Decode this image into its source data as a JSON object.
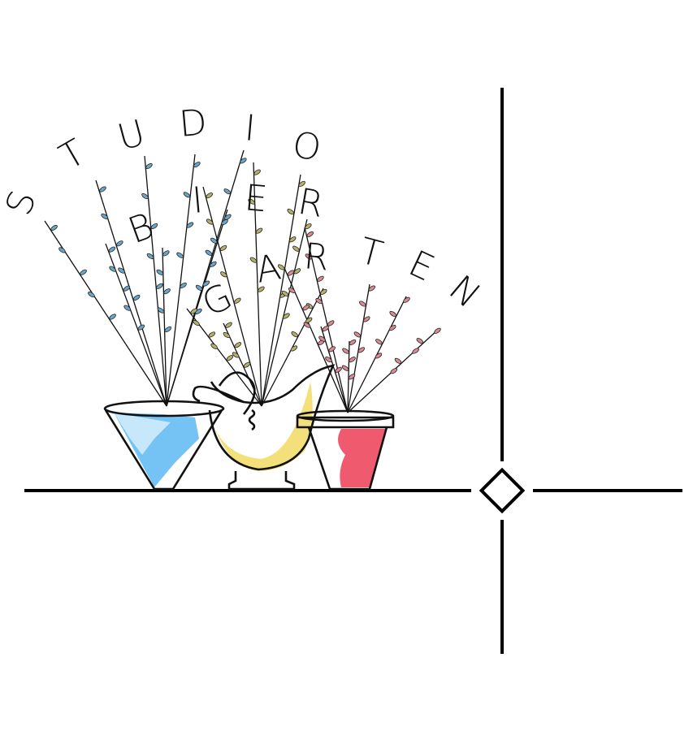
{
  "logo": {
    "letters": [
      "S",
      "T",
      "U",
      "D",
      "I",
      "O",
      "B",
      "I",
      "E",
      "R",
      "G",
      "A",
      "R",
      "T",
      "E",
      "N"
    ],
    "words": [
      "STUDIO",
      "BIER",
      "GARTEN"
    ]
  },
  "colors": {
    "ink": "#111111",
    "blue": "#5cb8f2",
    "yellow": "#f4e07a",
    "red": "#ef5a6f",
    "leaf_olive": "#b5b06a",
    "leaf_pink": "#d98a93",
    "leaf_blue": "#6aa6c9"
  },
  "icons": [
    "diamond-icon",
    "blue-pot",
    "yellow-jug",
    "red-pot"
  ]
}
